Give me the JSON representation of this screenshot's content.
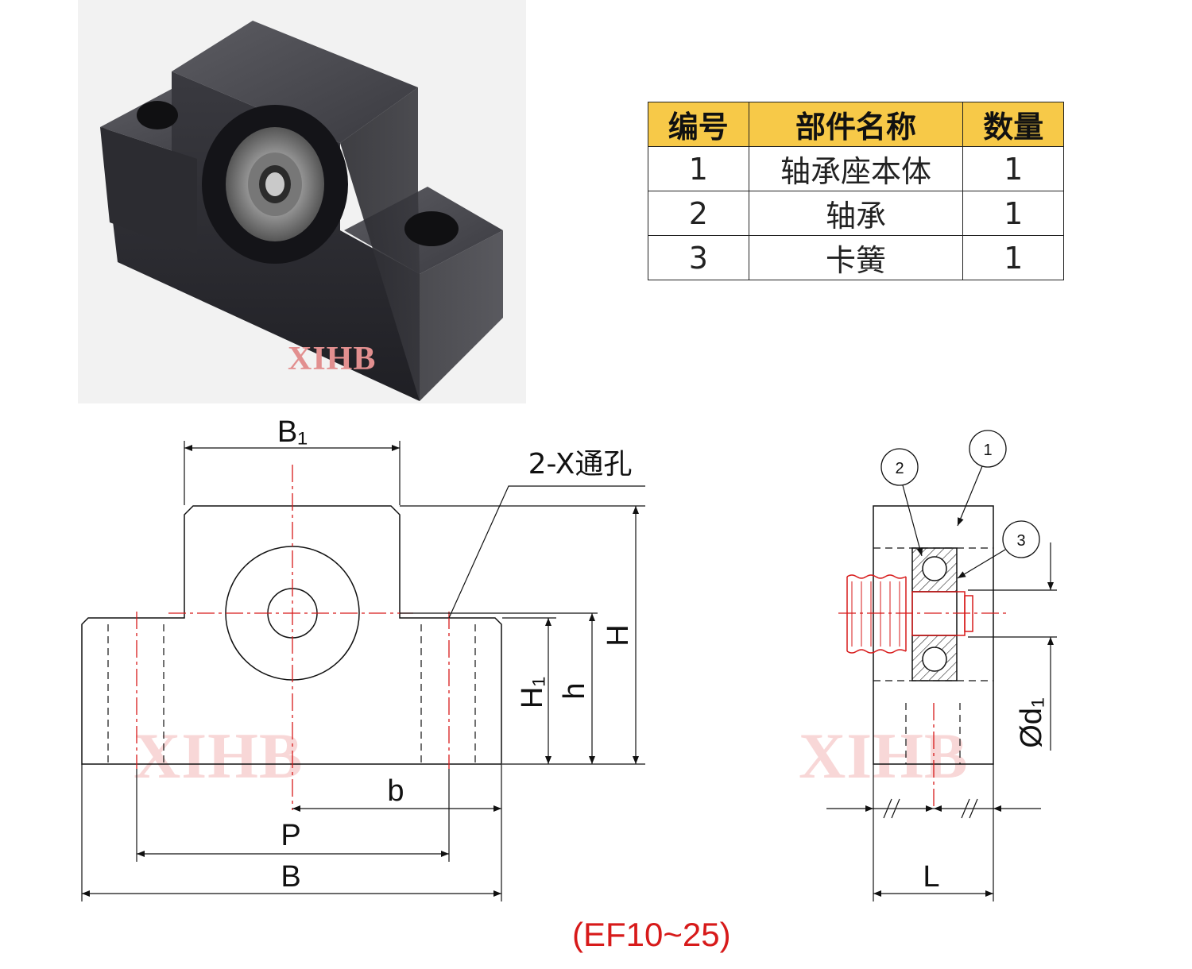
{
  "watermark": "XIHB",
  "parts_table": {
    "headers": [
      "编号",
      "部件名称",
      "数量"
    ],
    "rows": [
      [
        "1",
        "轴承座本体",
        "1"
      ],
      [
        "2",
        "轴承",
        "1"
      ],
      [
        "3",
        "卡簧",
        "1"
      ]
    ]
  },
  "front_view": {
    "label_B1": "B₁",
    "label_hole": "2-X通孔",
    "label_H": "H",
    "label_H1": "H₁",
    "label_h": "h",
    "label_b": "b",
    "label_P": "P",
    "label_B": "B"
  },
  "side_view": {
    "callout_1": "1",
    "callout_2": "2",
    "callout_3": "3",
    "label_d1": "Ød₁",
    "label_L": "L"
  },
  "caption": "(EF10~25)",
  "colors": {
    "header_bg": "#f7c948",
    "red": "#d71a1a",
    "line": "#111111"
  }
}
